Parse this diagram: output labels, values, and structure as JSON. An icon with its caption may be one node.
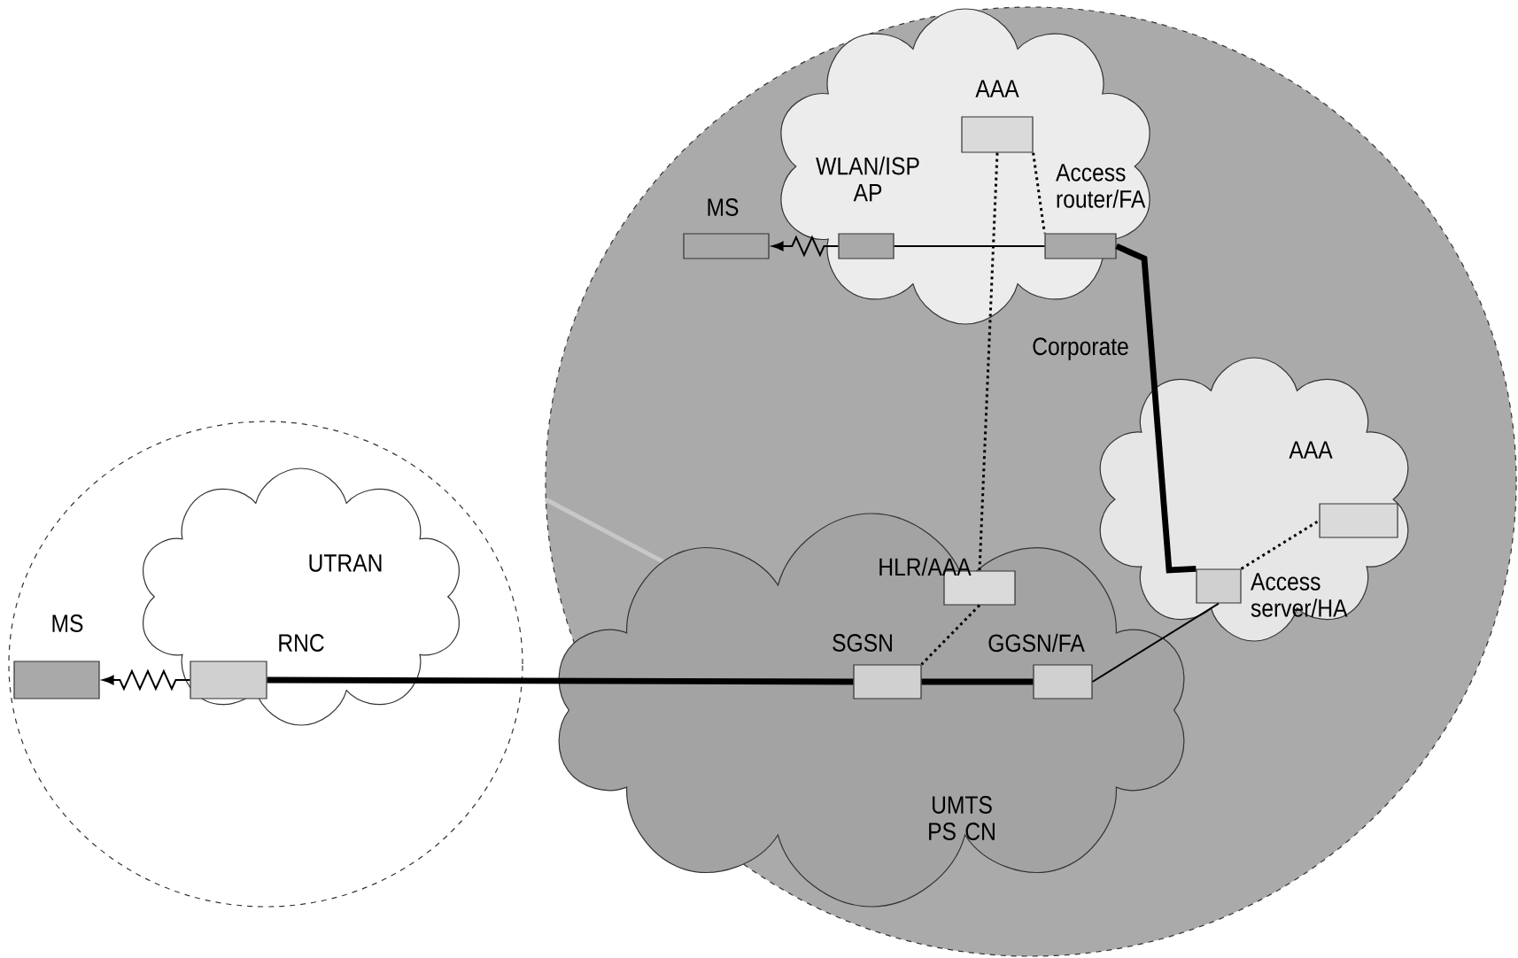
{
  "diagram": {
    "nodes": [
      {
        "text": [],
        "shape": "circle"
      },
      {
        "text": [
          "UTRAN"
        ],
        "in": 0
      },
      {
        "text": [
          "MS"
        ],
        "in": 0
      },
      {
        "text": [
          "RNC"
        ],
        "in": 1
      },
      {
        "text": [],
        "shape": "circle"
      },
      {
        "text": [],
        "shape": "cloud",
        "in": 4
      },
      {
        "text": [
          "AAA"
        ],
        "in": 5
      },
      {
        "text": [
          "MS"
        ],
        "in": 4
      },
      {
        "text": [
          "WLAN/ISP AP"
        ],
        "in": 5
      },
      {
        "text": [
          "Access router/FA"
        ],
        "in": 5
      },
      {
        "text": [],
        "shape": "cloud",
        "in": 4
      },
      {
        "text": [
          "AAA"
        ],
        "in": 10
      },
      {
        "text": [
          "Access server/HA"
        ],
        "in": 10
      },
      {
        "text": [
          "UMTS PS CN"
        ],
        "in": 4
      },
      {
        "text": [
          "HLR/AAA"
        ],
        "in": 13
      },
      {
        "text": [
          "SGSN"
        ],
        "in": 13
      },
      {
        "text": [
          "GGSN/FA"
        ],
        "in": 13
      }
    ],
    "edges": [
      {
        "from": 3,
        "to": 2,
        "arrow": "to"
      },
      {
        "from": 3,
        "to": 15,
        "arrow": "none",
        "style": "thick"
      },
      {
        "from": 15,
        "to": 16,
        "arrow": "none",
        "style": "thick"
      },
      {
        "from": 16,
        "to": 12,
        "arrow": "none"
      },
      {
        "from": 14,
        "to": 15,
        "arrow": "none",
        "style": "dashed"
      },
      {
        "from": 6,
        "to": 14,
        "arrow": "none",
        "style": "dashed"
      },
      {
        "from": 8,
        "to": 7,
        "arrow": "to"
      },
      {
        "from": 8,
        "to": 9,
        "arrow": "none"
      },
      {
        "from": 6,
        "to": 9,
        "arrow": "none",
        "style": "dashed"
      },
      {
        "from": 9,
        "to": 12,
        "arrow": "none",
        "style": "thick"
      },
      {
        "from": 12,
        "to": 11,
        "arrow": "none",
        "style": "dashed"
      }
    ],
    "labels": [
      "Corporate"
    ]
  }
}
